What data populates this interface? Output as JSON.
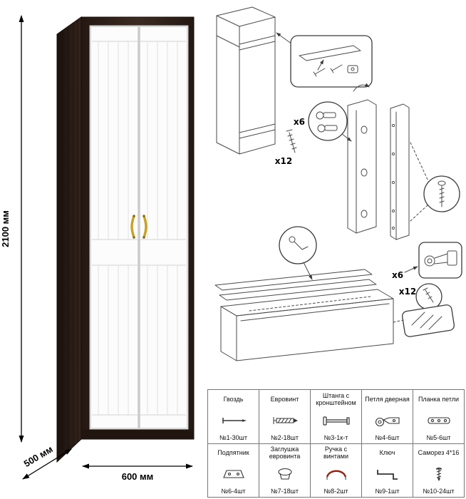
{
  "wardrobe": {
    "dim_height": "2100 мм",
    "dim_depth": "500 мм",
    "dim_width": "600 мм"
  },
  "diagram": {
    "callouts": {
      "top_screws": "x12",
      "top_hinges": "x6",
      "bottom_hinges": "x6",
      "bottom_screws": "x12"
    }
  },
  "parts": {
    "rows": [
      [
        {
          "name": "Гвоздь",
          "qty": "№1-30шт"
        },
        {
          "name": "Евровинт",
          "qty": "№2-18шт"
        },
        {
          "name": "Штанга с кронштейном",
          "qty": "№3-1к-т"
        },
        {
          "name": "Петля дверная",
          "qty": "№4-6шт"
        },
        {
          "name": "Планка петли",
          "qty": "№5-6шт"
        }
      ],
      [
        {
          "name": "Подпятник",
          "qty": "№6-4шт"
        },
        {
          "name": "Заглушка евровинта",
          "qty": "№7-18шт"
        },
        {
          "name": "Ручка с винтами",
          "qty": "№8-2шт"
        },
        {
          "name": "Ключ",
          "qty": "№9-1шт"
        },
        {
          "name": "Саморез 4*16",
          "qty": "№10-24шт"
        }
      ]
    ]
  },
  "colors": {
    "wood_dark": "#32241d",
    "door_white": "#fbfbfb",
    "handle_gold": "#c9a227",
    "line_art": "#4a4a4a"
  }
}
